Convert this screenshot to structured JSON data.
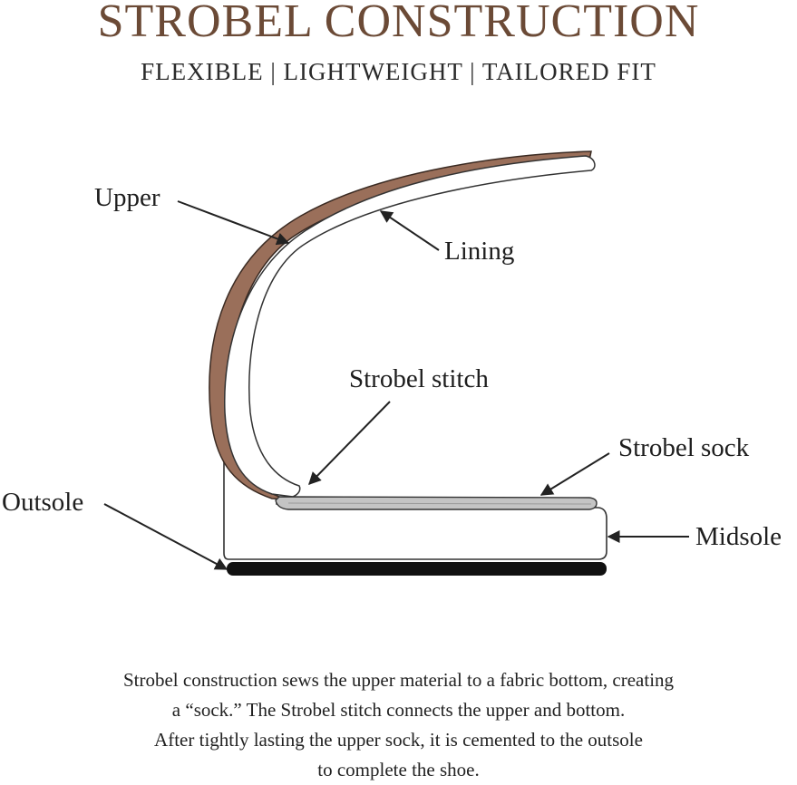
{
  "header": {
    "title": "STROBEL CONSTRUCTION",
    "subtitle": "FLEXIBLE | LIGHTWEIGHT | TAILORED FIT"
  },
  "labels": {
    "upper": "Upper",
    "lining": "Lining",
    "strobel_stitch": "Strobel stitch",
    "strobel_sock": "Strobel sock",
    "outsole": "Outsole",
    "midsole": "Midsole"
  },
  "caption": {
    "lines": [
      "Strobel construction sews the upper material to a fabric bottom, creating",
      "a “sock.” The Strobel stitch connects the upper and bottom.",
      "After tightly lasting the upper sock, it is cemented to the outsole",
      "to complete the shoe."
    ]
  },
  "colors": {
    "title": "#6b4a36",
    "upper_material": "#9a6f5a",
    "outline": "#333333",
    "outsole": "#111111",
    "sock": "#b9b9b9"
  }
}
